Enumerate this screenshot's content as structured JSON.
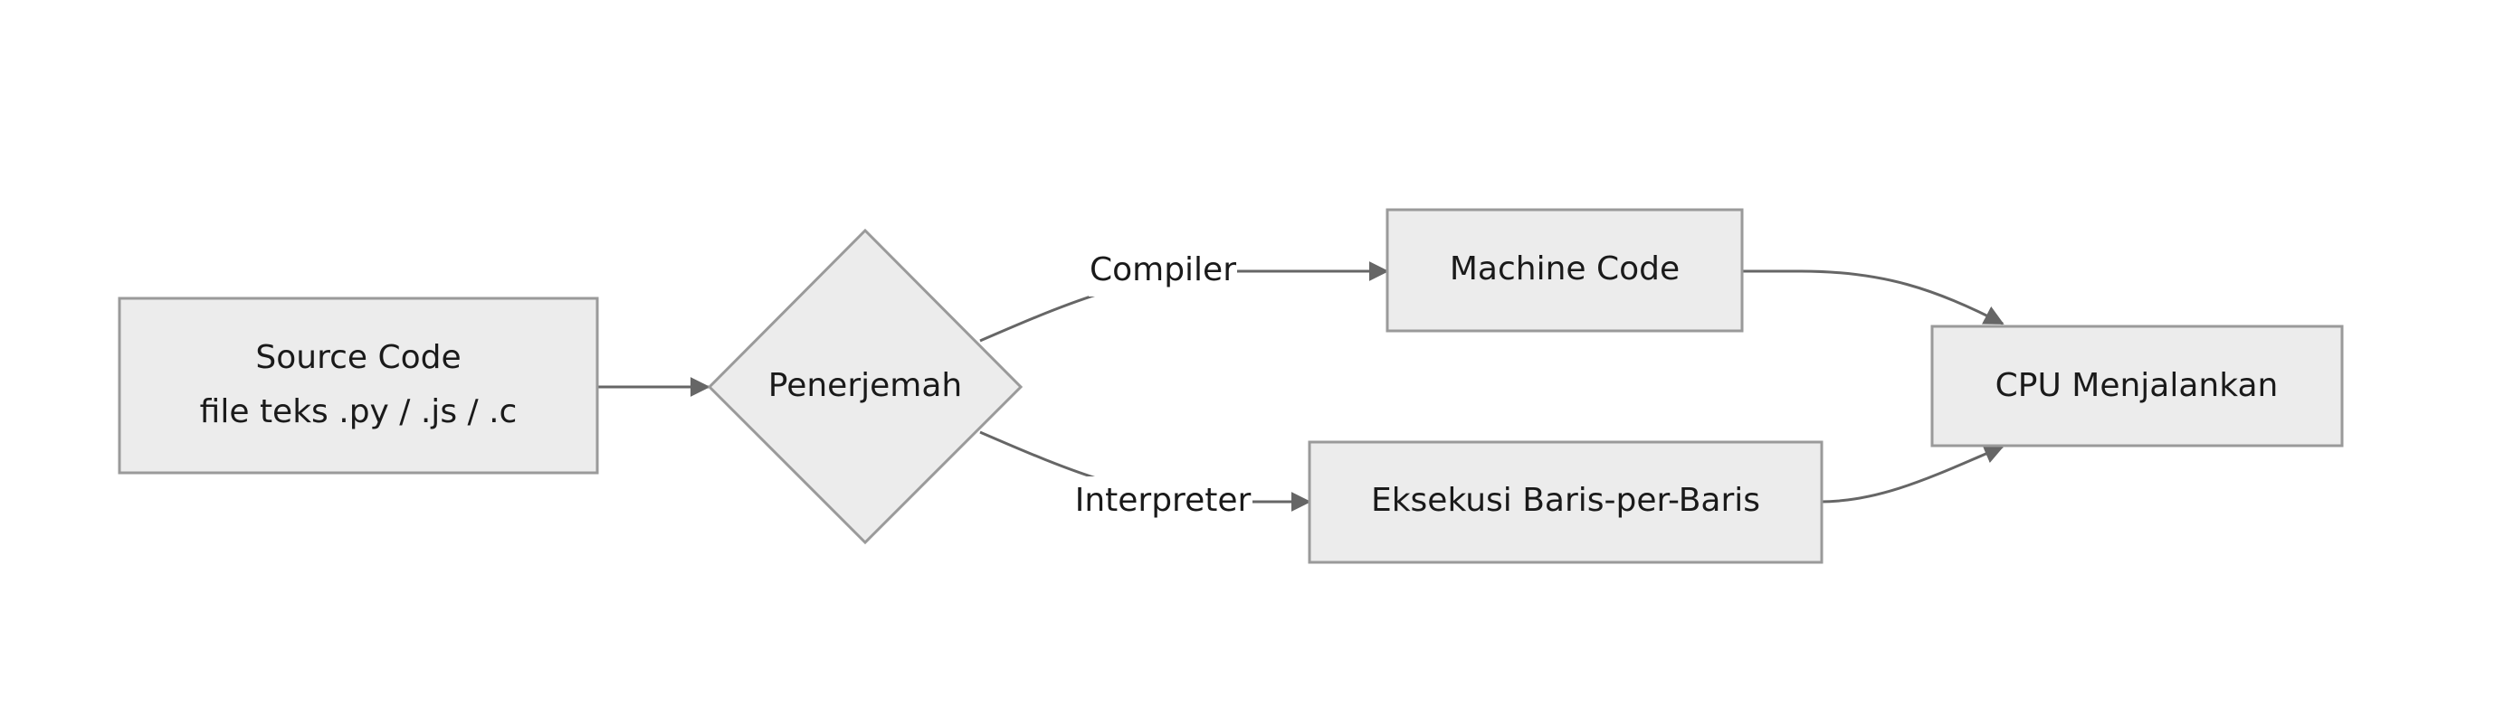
{
  "nodes": {
    "source": {
      "line1": "Source Code",
      "line2": "file teks .py / .js / .c"
    },
    "translator": {
      "label": "Penerjemah"
    },
    "machine_code": {
      "label": "Machine Code"
    },
    "line_exec": {
      "label": "Eksekusi Baris-per-Baris"
    },
    "cpu": {
      "label": "CPU Menjalankan"
    }
  },
  "edges": {
    "compiler": {
      "label": "Compiler"
    },
    "interpreter": {
      "label": "Interpreter"
    }
  },
  "colors": {
    "node_fill": "#ececec",
    "node_stroke": "#9a9a9a",
    "edge": "#666666"
  }
}
